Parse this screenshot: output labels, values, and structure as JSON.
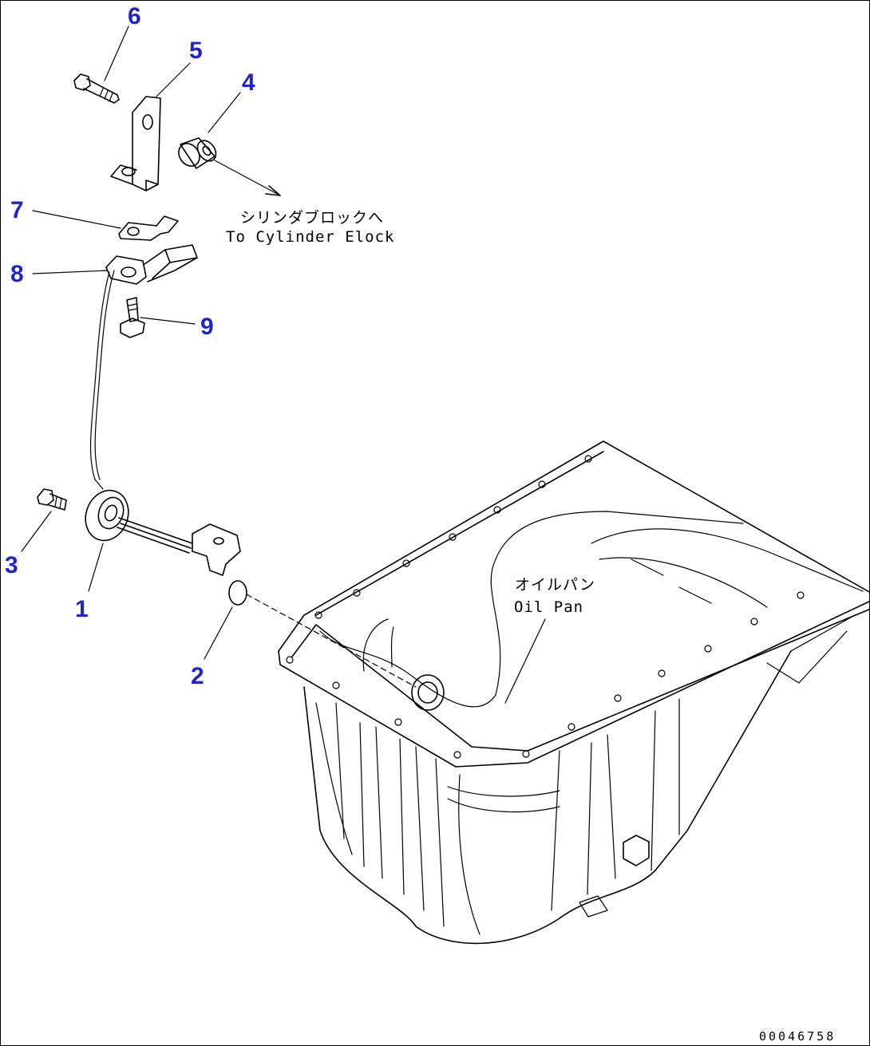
{
  "callouts": [
    {
      "id": "1",
      "part": "oil-level-sensor"
    },
    {
      "id": "2",
      "part": "o-ring"
    },
    {
      "id": "3",
      "part": "bolt"
    },
    {
      "id": "4",
      "part": "spacer"
    },
    {
      "id": "5",
      "part": "bracket"
    },
    {
      "id": "6",
      "part": "bolt"
    },
    {
      "id": "7",
      "part": "plate"
    },
    {
      "id": "8",
      "part": "clamp"
    },
    {
      "id": "9",
      "part": "bolt"
    }
  ],
  "annotations": {
    "cylinder_block_jp": "シリンダブロックへ",
    "cylinder_block_en": "To Cylinder Elock",
    "oil_pan_jp": "オイルパン",
    "oil_pan_en": "Oil Pan"
  },
  "drawing_number": "00046758",
  "colors": {
    "callout": "#1f24c8",
    "line": "#000000",
    "background": "#ffffff"
  }
}
